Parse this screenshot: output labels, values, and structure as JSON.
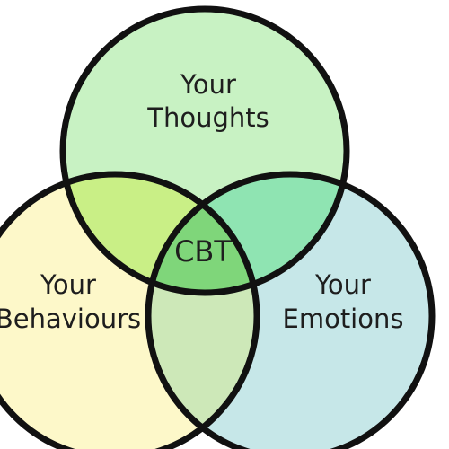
{
  "diagram": {
    "center_label": "CBT",
    "circles": {
      "thoughts": {
        "line1": "Your",
        "line2": "Thoughts",
        "color": "#c8f2c3"
      },
      "behaviours": {
        "line1": "Your",
        "line2": "Behaviours",
        "color": "#fdf8c9"
      },
      "emotions": {
        "line1": "Your",
        "line2": "Emotions",
        "color": "#c6e7e8"
      }
    },
    "overlap_colors": {
      "thoughts_behaviours": "#c9ef86",
      "thoughts_emotions": "#8fe4b2",
      "behaviours_emotions": "#cde8b8",
      "all_three": "#7fd67a"
    },
    "outline_color": "#111111"
  }
}
